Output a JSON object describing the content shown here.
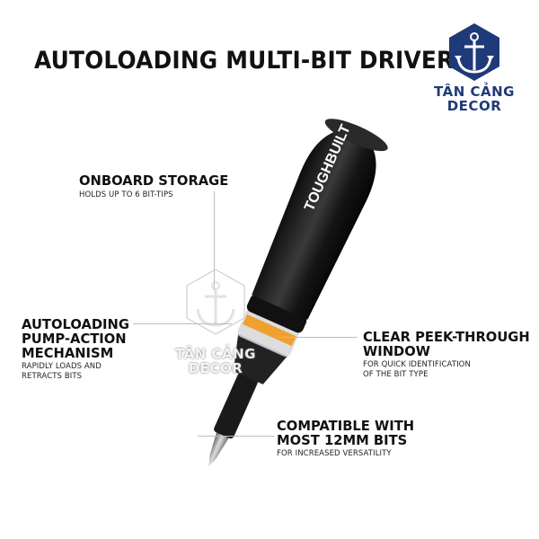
{
  "title": "AUTOLOADING MULTI-BIT DRIVER",
  "brand_on_handle": "TOUGHBUILT",
  "callouts": {
    "storage": {
      "title": "ONBOARD STORAGE",
      "sub": "HOLDS UP TO 6 BIT-TIPS"
    },
    "pump": {
      "title": "AUTOLOADING\nPUMP-ACTION\nMECHANISM",
      "sub": "RAPIDLY LOADS AND\nRETRACTS BITS"
    },
    "window": {
      "title": "CLEAR PEEK-THROUGH\nWINDOW",
      "sub": "FOR QUICK IDENTIFICATION\nOF THE BIT TYPE"
    },
    "bits": {
      "title": "COMPATIBLE WITH\nMOST 12MM BITS",
      "sub": "FOR INCREASED VERSATILITY"
    }
  },
  "logo": {
    "text": "TÂN CẢNG\nDECOR",
    "icon": "anchor-icon"
  },
  "watermark": {
    "text": "TÂN CẢNG\nDECOR",
    "icon": "anchor-icon"
  },
  "colors": {
    "logo_blue": "#1f3a78",
    "handle_black": "#1a1a1a",
    "accent_orange": "#f0a030"
  }
}
